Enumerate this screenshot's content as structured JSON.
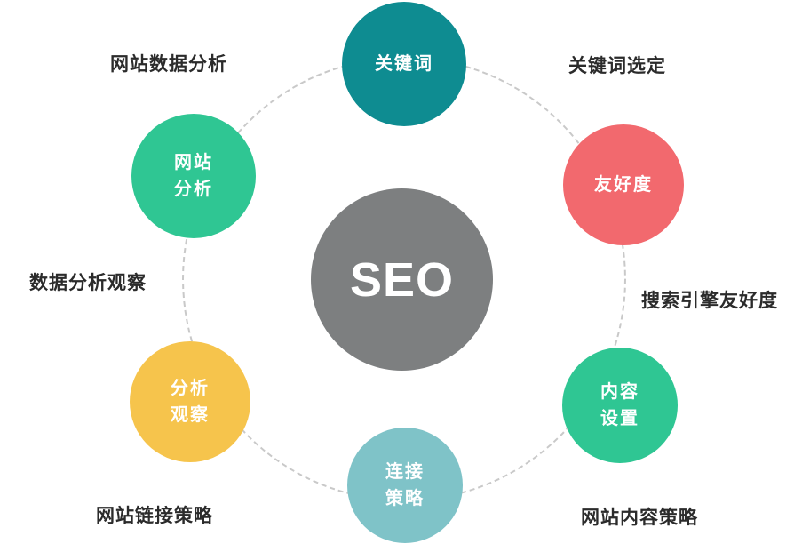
{
  "diagram": {
    "center_node": {
      "label": "SEO",
      "color": "#7d7f80"
    },
    "nodes": [
      {
        "id": "keywords",
        "line1": "关键词",
        "line2": "",
        "color": "#0e8c91"
      },
      {
        "id": "site-analysis",
        "line1": "网站",
        "line2": "分析",
        "color": "#2fc693"
      },
      {
        "id": "friendliness",
        "line1": "友好度",
        "line2": "",
        "color": "#f2696e"
      },
      {
        "id": "analysis-observation",
        "line1": "分析",
        "line2": "观察",
        "color": "#f6c44c"
      },
      {
        "id": "content-settings",
        "line1": "内容",
        "line2": "设置",
        "color": "#2fc693"
      },
      {
        "id": "link-strategy",
        "line1": "连接",
        "line2": "策略",
        "color": "#7fc3c8"
      }
    ],
    "outer_labels": [
      {
        "id": "top-left",
        "text": "网站数据分析"
      },
      {
        "id": "top-right",
        "text": "关键词选定"
      },
      {
        "id": "mid-left",
        "text": "数据分析观察"
      },
      {
        "id": "mid-right",
        "text": "搜索引擎友好度"
      },
      {
        "id": "bottom-left",
        "text": "网站链接策略"
      },
      {
        "id": "bottom-right",
        "text": "网站内容策略"
      }
    ]
  }
}
